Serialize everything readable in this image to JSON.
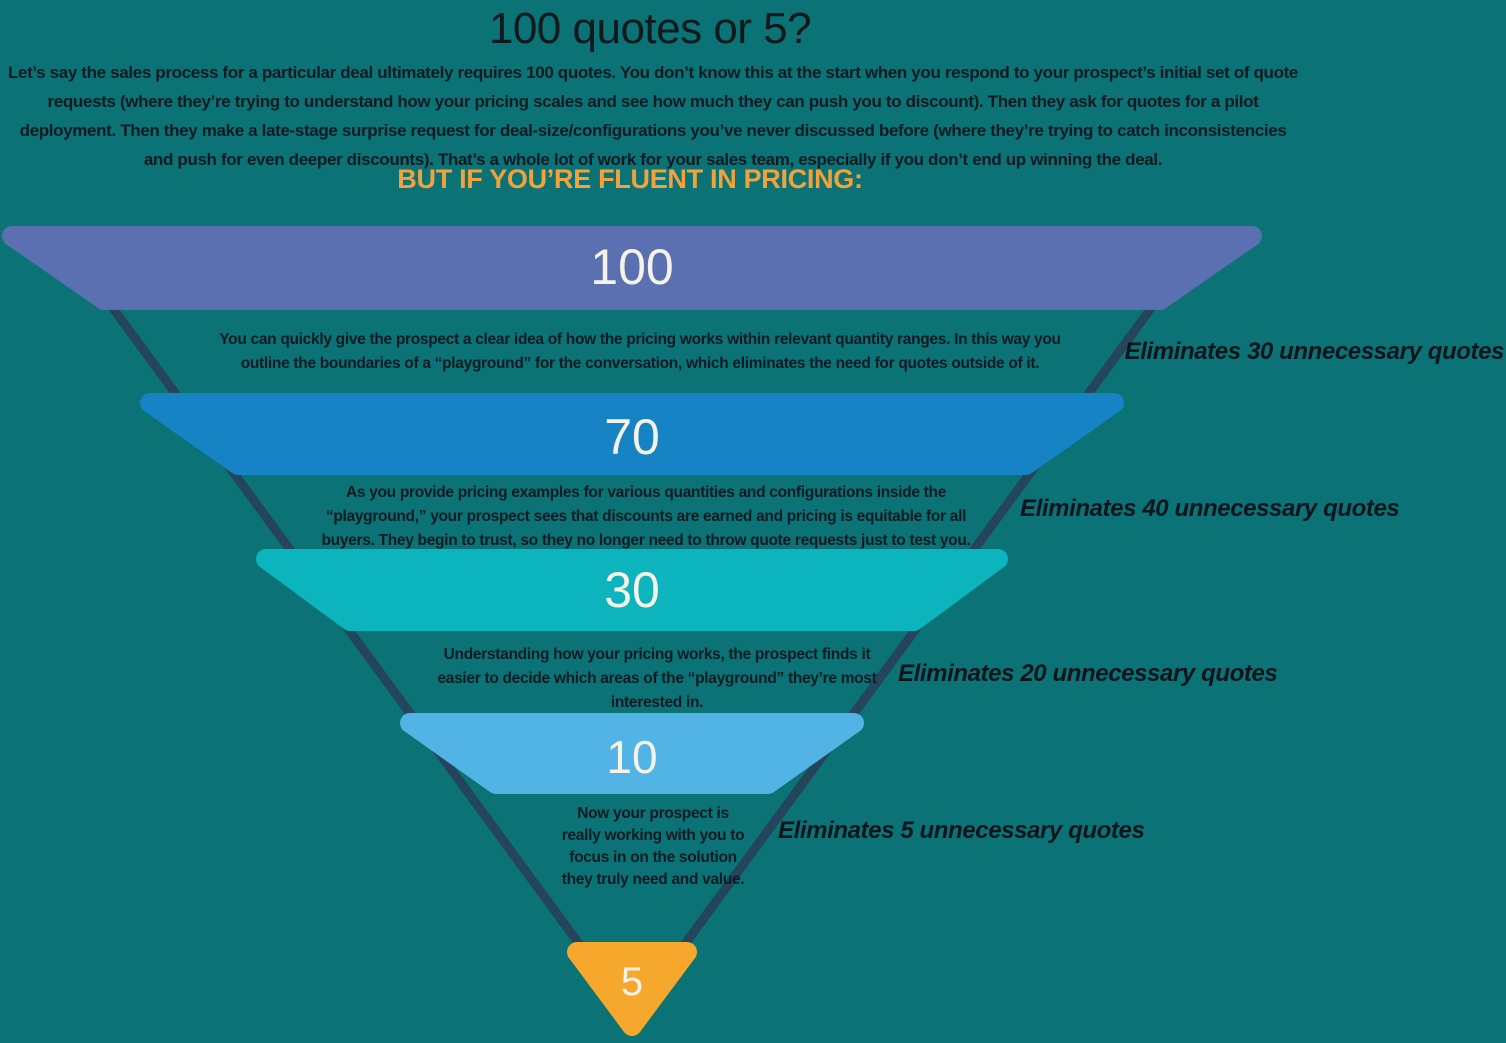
{
  "page": {
    "title": "100 quotes or 5?",
    "intro": "Let’s say the sales process for a particular deal ultimately requires 100 quotes. You don’t know this at the start when you respond to your prospect’s initial set of quote requests (where they’re trying to understand how your pricing scales and see how much they can push you to discount). Then they ask for quotes for a pilot deployment. Then they make a late-stage surprise request for deal-size/configurations you’ve never discussed before (where they’re trying to catch inconsistencies and push for even deeper discounts). That’s a whole lot of work for your sales team, especially if you don’t end up winning the deal.",
    "highlight_heading": "BUT IF YOU’RE FLUENT IN PRICING:"
  },
  "colors": {
    "background": "#0B7275",
    "title_text": "#10191e",
    "body_text": "#0d1b22",
    "heading_orange": "#F1A23B",
    "number_text": "#F7F2E6",
    "funnel_edge_line": "#24455C"
  },
  "funnel": {
    "type": "funnel",
    "levels": [
      {
        "value": "100",
        "color": "#5A70B1",
        "description": "You can quickly give the prospect a clear idea of how the pricing works within relevant quantity ranges. In this way you outline the boundaries of a “playground” for the conversation, which eliminates the need for quotes outside of it.",
        "eliminates": "Eliminates 30 unnecessary quotes"
      },
      {
        "value": "70",
        "color": "#1583C4",
        "description": "As you provide pricing examples for various quantities and configurations inside the “playground,” your prospect sees that discounts are earned and pricing is equitable for all buyers. They begin to trust, so they no longer need to throw quote requests just to test you.",
        "eliminates": "Eliminates 40 unnecessary quotes"
      },
      {
        "value": "30",
        "color": "#0CB4BD",
        "description": "Understanding how your pricing works, the prospect finds it easier to decide which areas of the “playground” they’re most interested in.",
        "eliminates": "Eliminates 20 unnecessary quotes"
      },
      {
        "value": "10",
        "color": "#52B4E4",
        "description": "Now your prospect is really working with you to focus in on the solution they truly need and value.",
        "eliminates": "Eliminates 5 unnecessary quotes"
      },
      {
        "value": "5",
        "color": "#F5A82B",
        "description": "",
        "eliminates": ""
      }
    ]
  }
}
